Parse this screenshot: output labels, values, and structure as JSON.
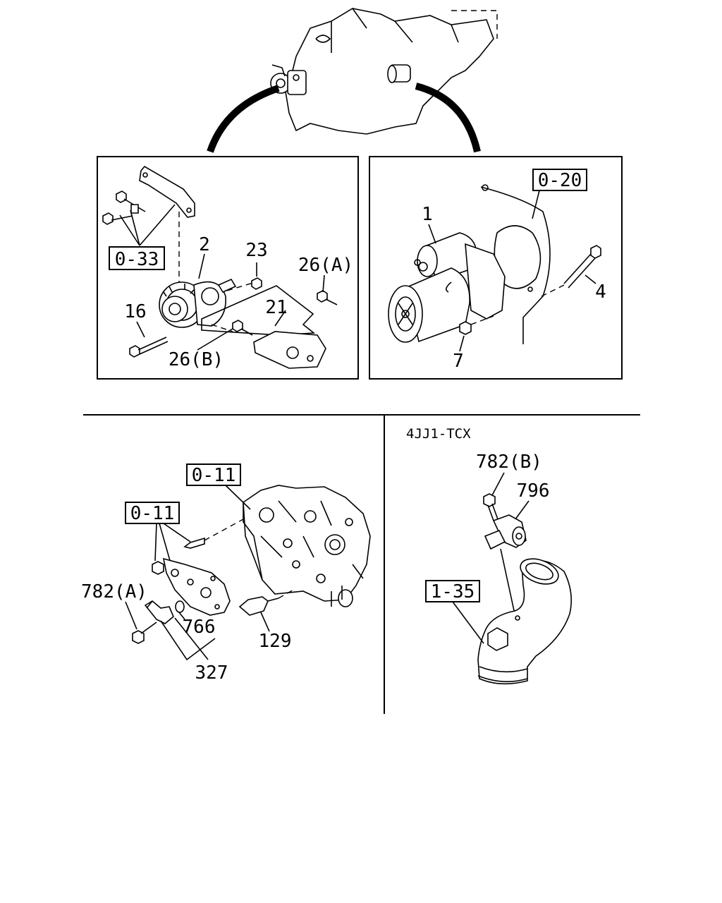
{
  "variant_label": "4JJ1-TCX",
  "ref_boxes": {
    "top_left": "0-33",
    "top_right": "0-20",
    "bottom_left_a": "0-11",
    "bottom_left_b": "0-11",
    "bottom_right": "1-35"
  },
  "callouts": {
    "p1": "1",
    "p2": "2",
    "p4": "4",
    "p7": "7",
    "p16": "16",
    "p21": "21",
    "p23": "23",
    "p26a": "26(A)",
    "p26b": "26(B)",
    "p129": "129",
    "p327": "327",
    "p766": "766",
    "p782a": "782(A)",
    "p782b": "782(B)",
    "p796": "796"
  }
}
